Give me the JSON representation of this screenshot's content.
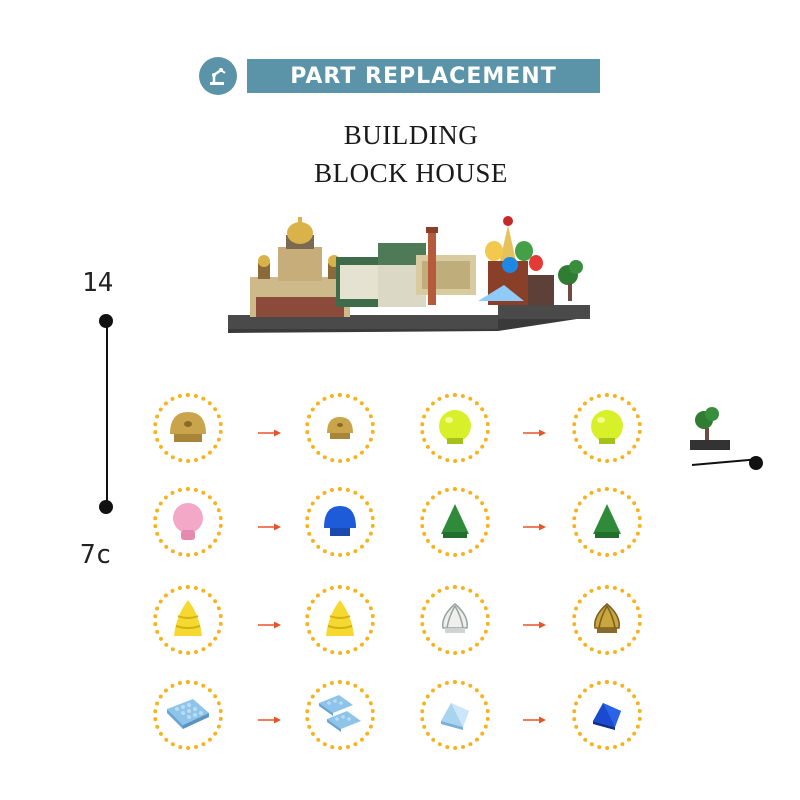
{
  "header": {
    "title": "PART REPLACEMENT",
    "icon": "robot-arm-icon",
    "color": "#5b94a8"
  },
  "product": {
    "title_line1": "BUILDING",
    "title_line2": "BLOCK HOUSE"
  },
  "background_fragments": {
    "top_left": "14",
    "bottom_left": "7c"
  },
  "ring_color": "#f7b21e",
  "arrow_color": "#e8542a",
  "replacements": [
    {
      "left_from": "gold-dome-brick",
      "left_to": "gold-dome-brick-small",
      "right_from": "lime-sphere-brick",
      "right_to": "lime-sphere-brick"
    },
    {
      "left_from": "pink-dome-brick",
      "left_to": "blue-dome-brick",
      "right_from": "green-cone-brick",
      "right_to": "green-cone-brick"
    },
    {
      "left_from": "yellow-ribbed-dome",
      "left_to": "yellow-ribbed-dome",
      "right_from": "white-onion-dome",
      "right_to": "gold-onion-dome"
    },
    {
      "left_from": "light-blue-plate",
      "left_to": "light-blue-plate-pair",
      "right_from": "light-blue-slope",
      "right_to": "dark-blue-slope"
    }
  ]
}
